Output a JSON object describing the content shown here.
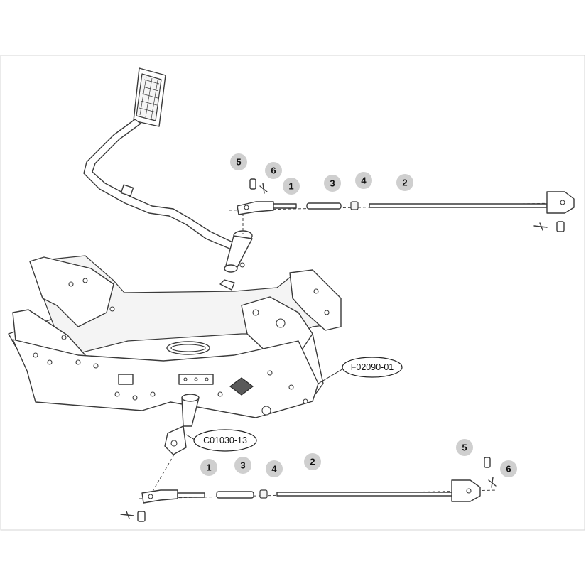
{
  "diagram": {
    "title": "Brake pedal linkage exploded view",
    "reference_labels": {
      "frame_assembly": "F02090-01",
      "pedal_pivot": "C01030-13"
    },
    "upper_linkage_callouts": {
      "clevis": "1",
      "rod": "2",
      "spring": "3",
      "nut": "4",
      "clevis_pin": "5",
      "cotter_pin": "6"
    },
    "lower_linkage_callouts": {
      "clevis": "1",
      "rod": "2",
      "spring": "3",
      "nut": "4",
      "clevis_pin": "5",
      "cotter_pin": "6"
    }
  }
}
